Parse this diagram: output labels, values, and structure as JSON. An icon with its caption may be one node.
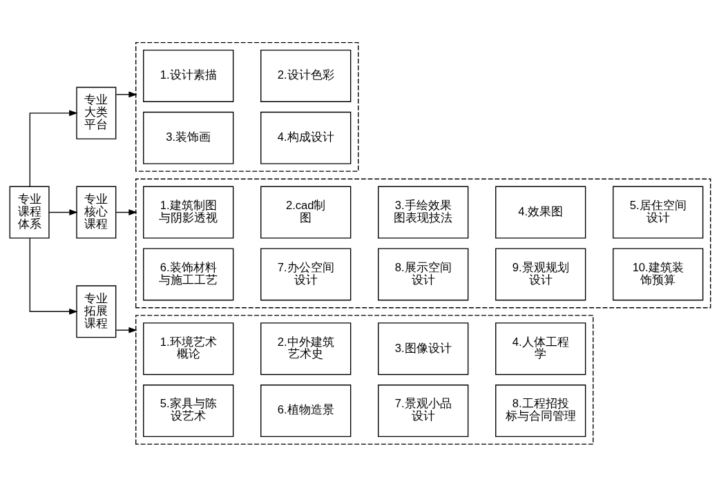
{
  "diagram": {
    "nodes": [
      {
        "text": [
          "专业课程体系"
        ]
      },
      {
        "text": [
          "专业大类平台"
        ]
      },
      {
        "text": [],
        "shape": "box"
      },
      {
        "text": [
          "1.设计素描"
        ],
        "in": 2
      },
      {
        "text": [
          "2.设计色彩"
        ],
        "in": 2
      },
      {
        "text": [
          "3.装饰画"
        ],
        "in": 2
      },
      {
        "text": [
          "4.构成设计"
        ],
        "in": 2
      },
      {
        "text": [
          "专业核心课程"
        ]
      },
      {
        "text": [],
        "shape": "box"
      },
      {
        "text": [
          "1.建筑制图与阴影透视"
        ],
        "in": 8
      },
      {
        "text": [
          "2.cad制图"
        ],
        "in": 8
      },
      {
        "text": [
          "3.手绘效果图表现技法"
        ],
        "in": 8
      },
      {
        "text": [
          "4.效果图"
        ],
        "in": 8
      },
      {
        "text": [
          "5.居住空间设计"
        ],
        "in": 8
      },
      {
        "text": [
          "6.装饰材料与施工工艺"
        ],
        "in": 8
      },
      {
        "text": [
          "7.办公空间设计"
        ],
        "in": 8
      },
      {
        "text": [
          "8.展示空间设计"
        ],
        "in": 8
      },
      {
        "text": [
          "9.景观规划设计"
        ],
        "in": 8
      },
      {
        "text": [
          "10.建筑装饰预算"
        ],
        "in": 8
      },
      {
        "text": [
          "专业拓展课程"
        ]
      },
      {
        "text": [],
        "shape": "box"
      },
      {
        "text": [
          "1.环境艺术概论"
        ],
        "in": 20
      },
      {
        "text": [
          "2.中外建筑艺术史"
        ],
        "in": 20
      },
      {
        "text": [
          "3.图像设计"
        ],
        "in": 20
      },
      {
        "text": [
          "4.人体工程学"
        ],
        "in": 20
      },
      {
        "text": [
          "5.家具与陈设艺术"
        ],
        "in": 20
      },
      {
        "text": [
          "6.植物造景"
        ],
        "in": 20
      },
      {
        "text": [
          "7.景观小品设计"
        ],
        "in": 20
      },
      {
        "text": [
          "8.工程招投标与合同管理"
        ],
        "in": 20
      }
    ],
    "edges": [
      {
        "from": 0,
        "to": 1,
        "arrow": "to"
      },
      {
        "from": 0,
        "to": 7,
        "arrow": "to"
      },
      {
        "from": 0,
        "to": 19,
        "arrow": "to"
      },
      {
        "from": 1,
        "to": 2,
        "arrow": "to"
      },
      {
        "from": 7,
        "to": 8,
        "arrow": "to"
      },
      {
        "from": 19,
        "to": 20,
        "arrow": "to"
      }
    ]
  }
}
